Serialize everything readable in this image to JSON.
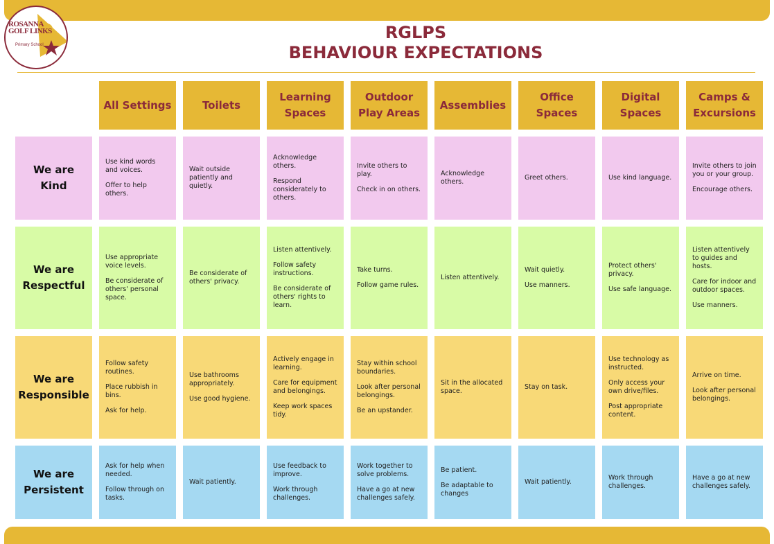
{
  "header": {
    "title_line1": "RGLPS",
    "title_line2": "BEHAVIOUR EXPECTATIONS"
  },
  "logo": {
    "text_line1": "ROSANNA",
    "text_line2": "GOLF LINKS",
    "subtitle": "Primary School"
  },
  "colors": {
    "accent": "#e6b835",
    "title": "#8b2a3a",
    "kind": "#f2c9ee",
    "respectful": "#d8fba6",
    "responsible": "#f8d977",
    "persistent": "#a5d9f2"
  },
  "columns": [
    "All Settings",
    "Toilets",
    "Learning Spaces",
    "Outdoor Play Areas",
    "Assemblies",
    "Office Spaces",
    "Digital Spaces",
    "Camps & Excursions"
  ],
  "rows": [
    {
      "label": "We are Kind",
      "cells": [
        [
          "Use kind words and voices.",
          "Offer to help others."
        ],
        [
          "Wait outside patiently and quietly."
        ],
        [
          "Acknowledge others.",
          "Respond considerately to others."
        ],
        [
          "Invite others to play.",
          "Check in on others."
        ],
        [
          "Acknowledge others."
        ],
        [
          "Greet others."
        ],
        [
          "Use kind language."
        ],
        [
          "Invite others to join you or your group.",
          "Encourage others."
        ]
      ]
    },
    {
      "label": "We are Respectful",
      "cells": [
        [
          "Use appropriate voice levels.",
          "Be considerate of others' personal space."
        ],
        [
          "Be considerate of others' privacy."
        ],
        [
          "Listen attentively.",
          "Follow safety instructions.",
          "Be considerate of others' rights to learn."
        ],
        [
          "Take turns.",
          "Follow game rules."
        ],
        [
          "Listen attentively."
        ],
        [
          "Wait quietly.",
          "Use manners."
        ],
        [
          "Protect others' privacy.",
          "Use safe language."
        ],
        [
          "Listen attentively to guides and hosts.",
          "Care for indoor and outdoor spaces.",
          "Use manners."
        ]
      ]
    },
    {
      "label": "We are Responsible",
      "cells": [
        [
          "Follow safety routines.",
          "Place rubbish in bins.",
          "Ask for help."
        ],
        [
          "Use bathrooms appropriately.",
          "Use good hygiene."
        ],
        [
          "Actively engage in learning.",
          "Care for equipment and belongings.",
          "Keep work spaces tidy."
        ],
        [
          "Stay within school boundaries.",
          "Look after personal belongings.",
          "Be an upstander."
        ],
        [
          "Sit in the allocated space."
        ],
        [
          "Stay on task."
        ],
        [
          "Use technology as instructed.",
          "Only access your own drive/files.",
          "Post appropriate content."
        ],
        [
          "Arrive on time.",
          "Look after personal belongings."
        ]
      ]
    },
    {
      "label": "We are Persistent",
      "cells": [
        [
          "Ask for help when needed.",
          "Follow through on tasks."
        ],
        [
          "Wait patiently."
        ],
        [
          "Use feedback to improve.",
          "Work through challenges."
        ],
        [
          "Work together to solve problems.",
          "Have a go at new challenges safely."
        ],
        [
          "Be patient.",
          "Be adaptable to changes"
        ],
        [
          "Wait patiently."
        ],
        [
          "Work through challenges."
        ],
        [
          "Have a go at new challenges safely."
        ]
      ]
    }
  ]
}
